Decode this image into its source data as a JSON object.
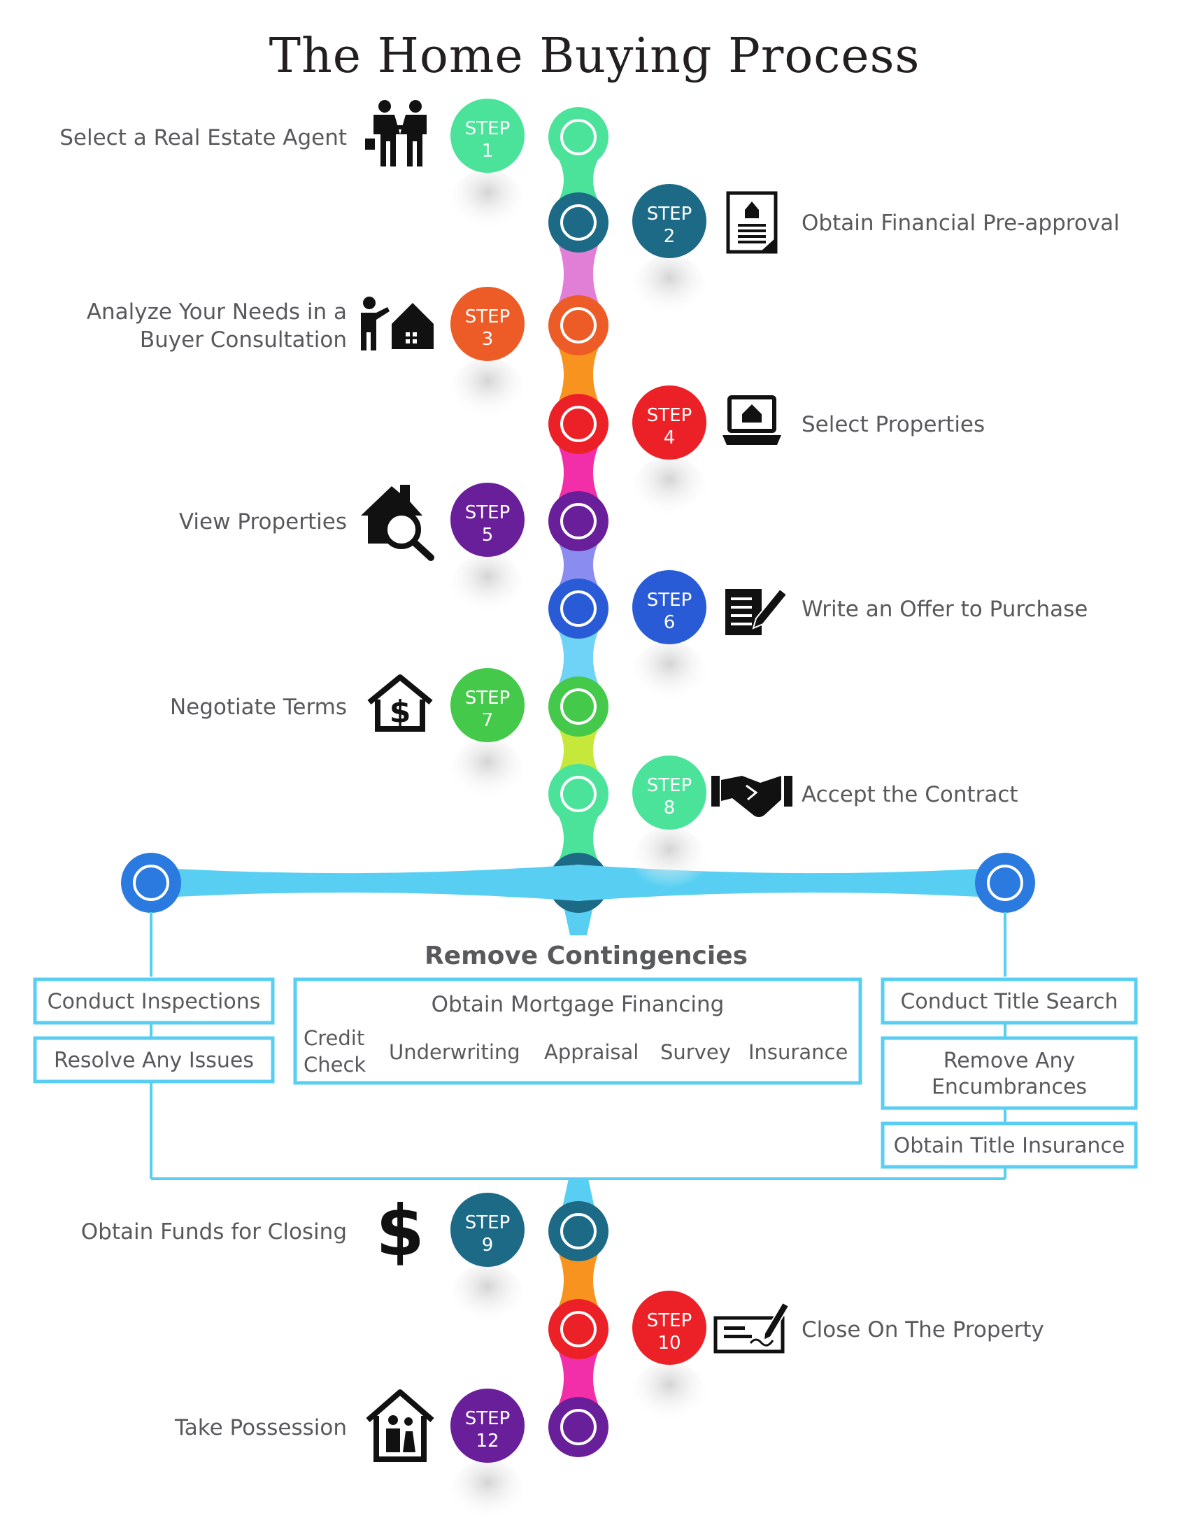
{
  "title": "The Home Buying Process",
  "step_word": "STEP",
  "steps": [
    {
      "num": "1",
      "label_lines": [
        "Select a Real Estate Agent"
      ],
      "icon": "agents-handshake-icon",
      "color": "#4be39a"
    },
    {
      "num": "2",
      "label_lines": [
        "Obtain Financial Pre-approval"
      ],
      "icon": "document-house-icon",
      "color": "#1c6a86"
    },
    {
      "num": "3",
      "label_lines": [
        "Analyze Your Needs in a",
        "Buyer Consultation"
      ],
      "icon": "person-house-icon",
      "color": "#ed5b26"
    },
    {
      "num": "4",
      "label_lines": [
        "Select Properties"
      ],
      "icon": "laptop-house-icon",
      "color": "#ec2127"
    },
    {
      "num": "5",
      "label_lines": [
        "View Properties"
      ],
      "icon": "house-magnifier-icon",
      "color": "#6a1f9a"
    },
    {
      "num": "6",
      "label_lines": [
        "Write an Offer to Purchase"
      ],
      "icon": "document-pen-icon",
      "color": "#2a5bd7"
    },
    {
      "num": "7",
      "label_lines": [
        "Negotiate Terms"
      ],
      "icon": "house-dollar-icon",
      "color": "#45c94b"
    },
    {
      "num": "8",
      "label_lines": [
        "Accept the Contract"
      ],
      "icon": "handshake-icon",
      "color": "#4be39a"
    },
    {
      "num": "9",
      "label_lines": [
        "Obtain Funds for Closing"
      ],
      "icon": "dollar-icon",
      "color": "#1c6a86"
    },
    {
      "num": "10",
      "label_lines": [
        "Close On The Property"
      ],
      "icon": "check-signing-icon",
      "color": "#ec2127"
    },
    {
      "num": "12",
      "label_lines": [
        "Take Possession"
      ],
      "icon": "house-family-icon",
      "color": "#6a1f9a"
    }
  ],
  "connectors": [
    "#4be39a",
    "#e17fd6",
    "#f7931e",
    "#f22fa8",
    "#8b8cf0",
    "#6fd3f7",
    "#c6e83a",
    "#4be39a"
  ],
  "connectors_lower": [
    "#f7931e",
    "#f22fa8"
  ],
  "branch_color": "#58cff2",
  "contingencies": {
    "title": "Remove Contingencies",
    "left": [
      "Conduct Inspections",
      "Resolve Any Issues"
    ],
    "middle_title": "Obtain Mortgage Financing",
    "middle_items": [
      [
        "Credit",
        "Check"
      ],
      [
        "Underwriting"
      ],
      [
        "Appraisal"
      ],
      [
        "Survey"
      ],
      [
        "Insurance"
      ]
    ],
    "right": [
      [
        "Conduct Title Search"
      ],
      [
        "Remove Any",
        "Encumbrances"
      ],
      [
        "Obtain Title Insurance"
      ]
    ]
  },
  "colors": {
    "label_text": "#58595b",
    "box_border": "#58cff2",
    "title_text": "#231f20"
  }
}
